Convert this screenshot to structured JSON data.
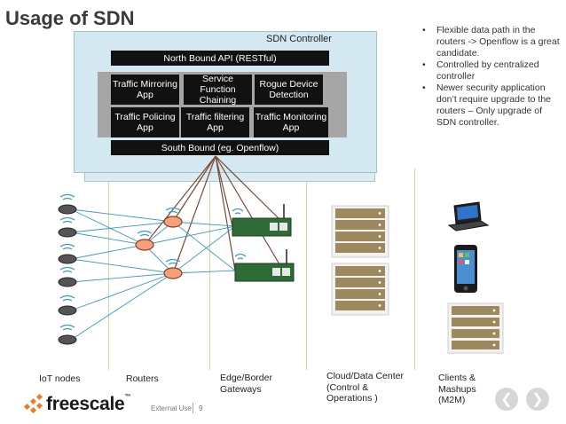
{
  "slide": {
    "title": "Usage of SDN",
    "bullets": [
      "Flexible data path in the routers -> Openflow is a great candidate.",
      "Controlled by centralized controller",
      "Newer security application don’t require upgrade to the routers – Only upgrade of SDN controller."
    ]
  },
  "controller": {
    "label": "SDN Controller",
    "north_api": "North Bound API (RESTful)",
    "south_api": "South Bound (eg. Openflow)",
    "apps": [
      "Traffic Mirroring App",
      "Service Function Chaining",
      "Rogue Device Detection",
      "Traffic Policing App",
      "Traffic filtering App",
      "Traffic Monitoring App"
    ]
  },
  "columns": {
    "iot": "IoT nodes",
    "routers": "Routers",
    "edge": "Edge/Border Gateways",
    "cloud": "Cloud/Data Center (Control & Operations )",
    "clients": "Clients & Mashups (M2M)"
  },
  "footer": {
    "logo": "freescale",
    "tm": "™",
    "classification": "External Use",
    "page": "9"
  },
  "colors": {
    "controller_bg": "#d4e8f1",
    "router_fill": "#f4a07a",
    "gateway_green": "#2e6b35",
    "link_blue": "#3a9ac4",
    "link_brown": "#7a4a34"
  }
}
